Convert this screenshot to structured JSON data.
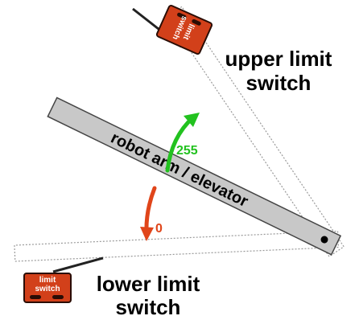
{
  "labels": {
    "arm": "robot arm / elevator",
    "upper_switch": [
      "upper limit",
      "switch"
    ],
    "lower_switch": [
      "lower limit",
      "switch"
    ],
    "up_value": "255",
    "down_value": "0"
  },
  "switch_text": {
    "upper": [
      "limit",
      "switch"
    ],
    "lower": [
      "limit",
      "switch"
    ]
  },
  "colors": {
    "arm_fill": "#c8c8c8",
    "arm_stroke": "#444444",
    "ghost_stroke": "#9a9a9a",
    "switch_fill": "#d2401a",
    "switch_dark": "#2a0d05",
    "up_arrow": "#22c21f",
    "down_arrow": "#e0451a"
  }
}
